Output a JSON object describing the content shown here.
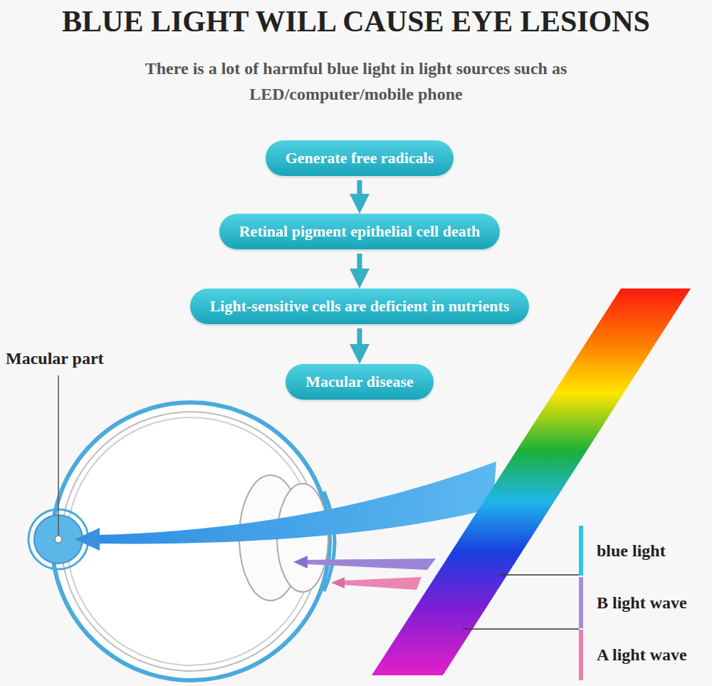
{
  "diagram": {
    "title": "BLUE LIGHT WILL CAUSE EYE LESIONS",
    "nodes": [
      {
        "text": [
          "Generate free radicals"
        ]
      },
      {
        "text": [
          "Retinal pigment epithelial cell death"
        ]
      },
      {
        "text": [
          "Light-sensitive cells are deficient in nutrients"
        ]
      },
      {
        "text": [
          "Macular disease"
        ]
      }
    ],
    "edges": [
      {
        "from": 0,
        "to": 1,
        "arrow": "to"
      },
      {
        "from": 1,
        "to": 2,
        "arrow": "to"
      },
      {
        "from": 2,
        "to": 3,
        "arrow": "to"
      }
    ],
    "labels": [
      "There is a lot of harmful blue light in light sources such as LED/computer/mobile phone",
      "Macular part"
    ],
    "legend": [
      {
        "text": "blue light",
        "color": "#29c6e8"
      },
      {
        "text": "B light wave",
        "color": "#a58ddb"
      },
      {
        "text": "A light wave",
        "color": "#e97fae"
      }
    ]
  }
}
